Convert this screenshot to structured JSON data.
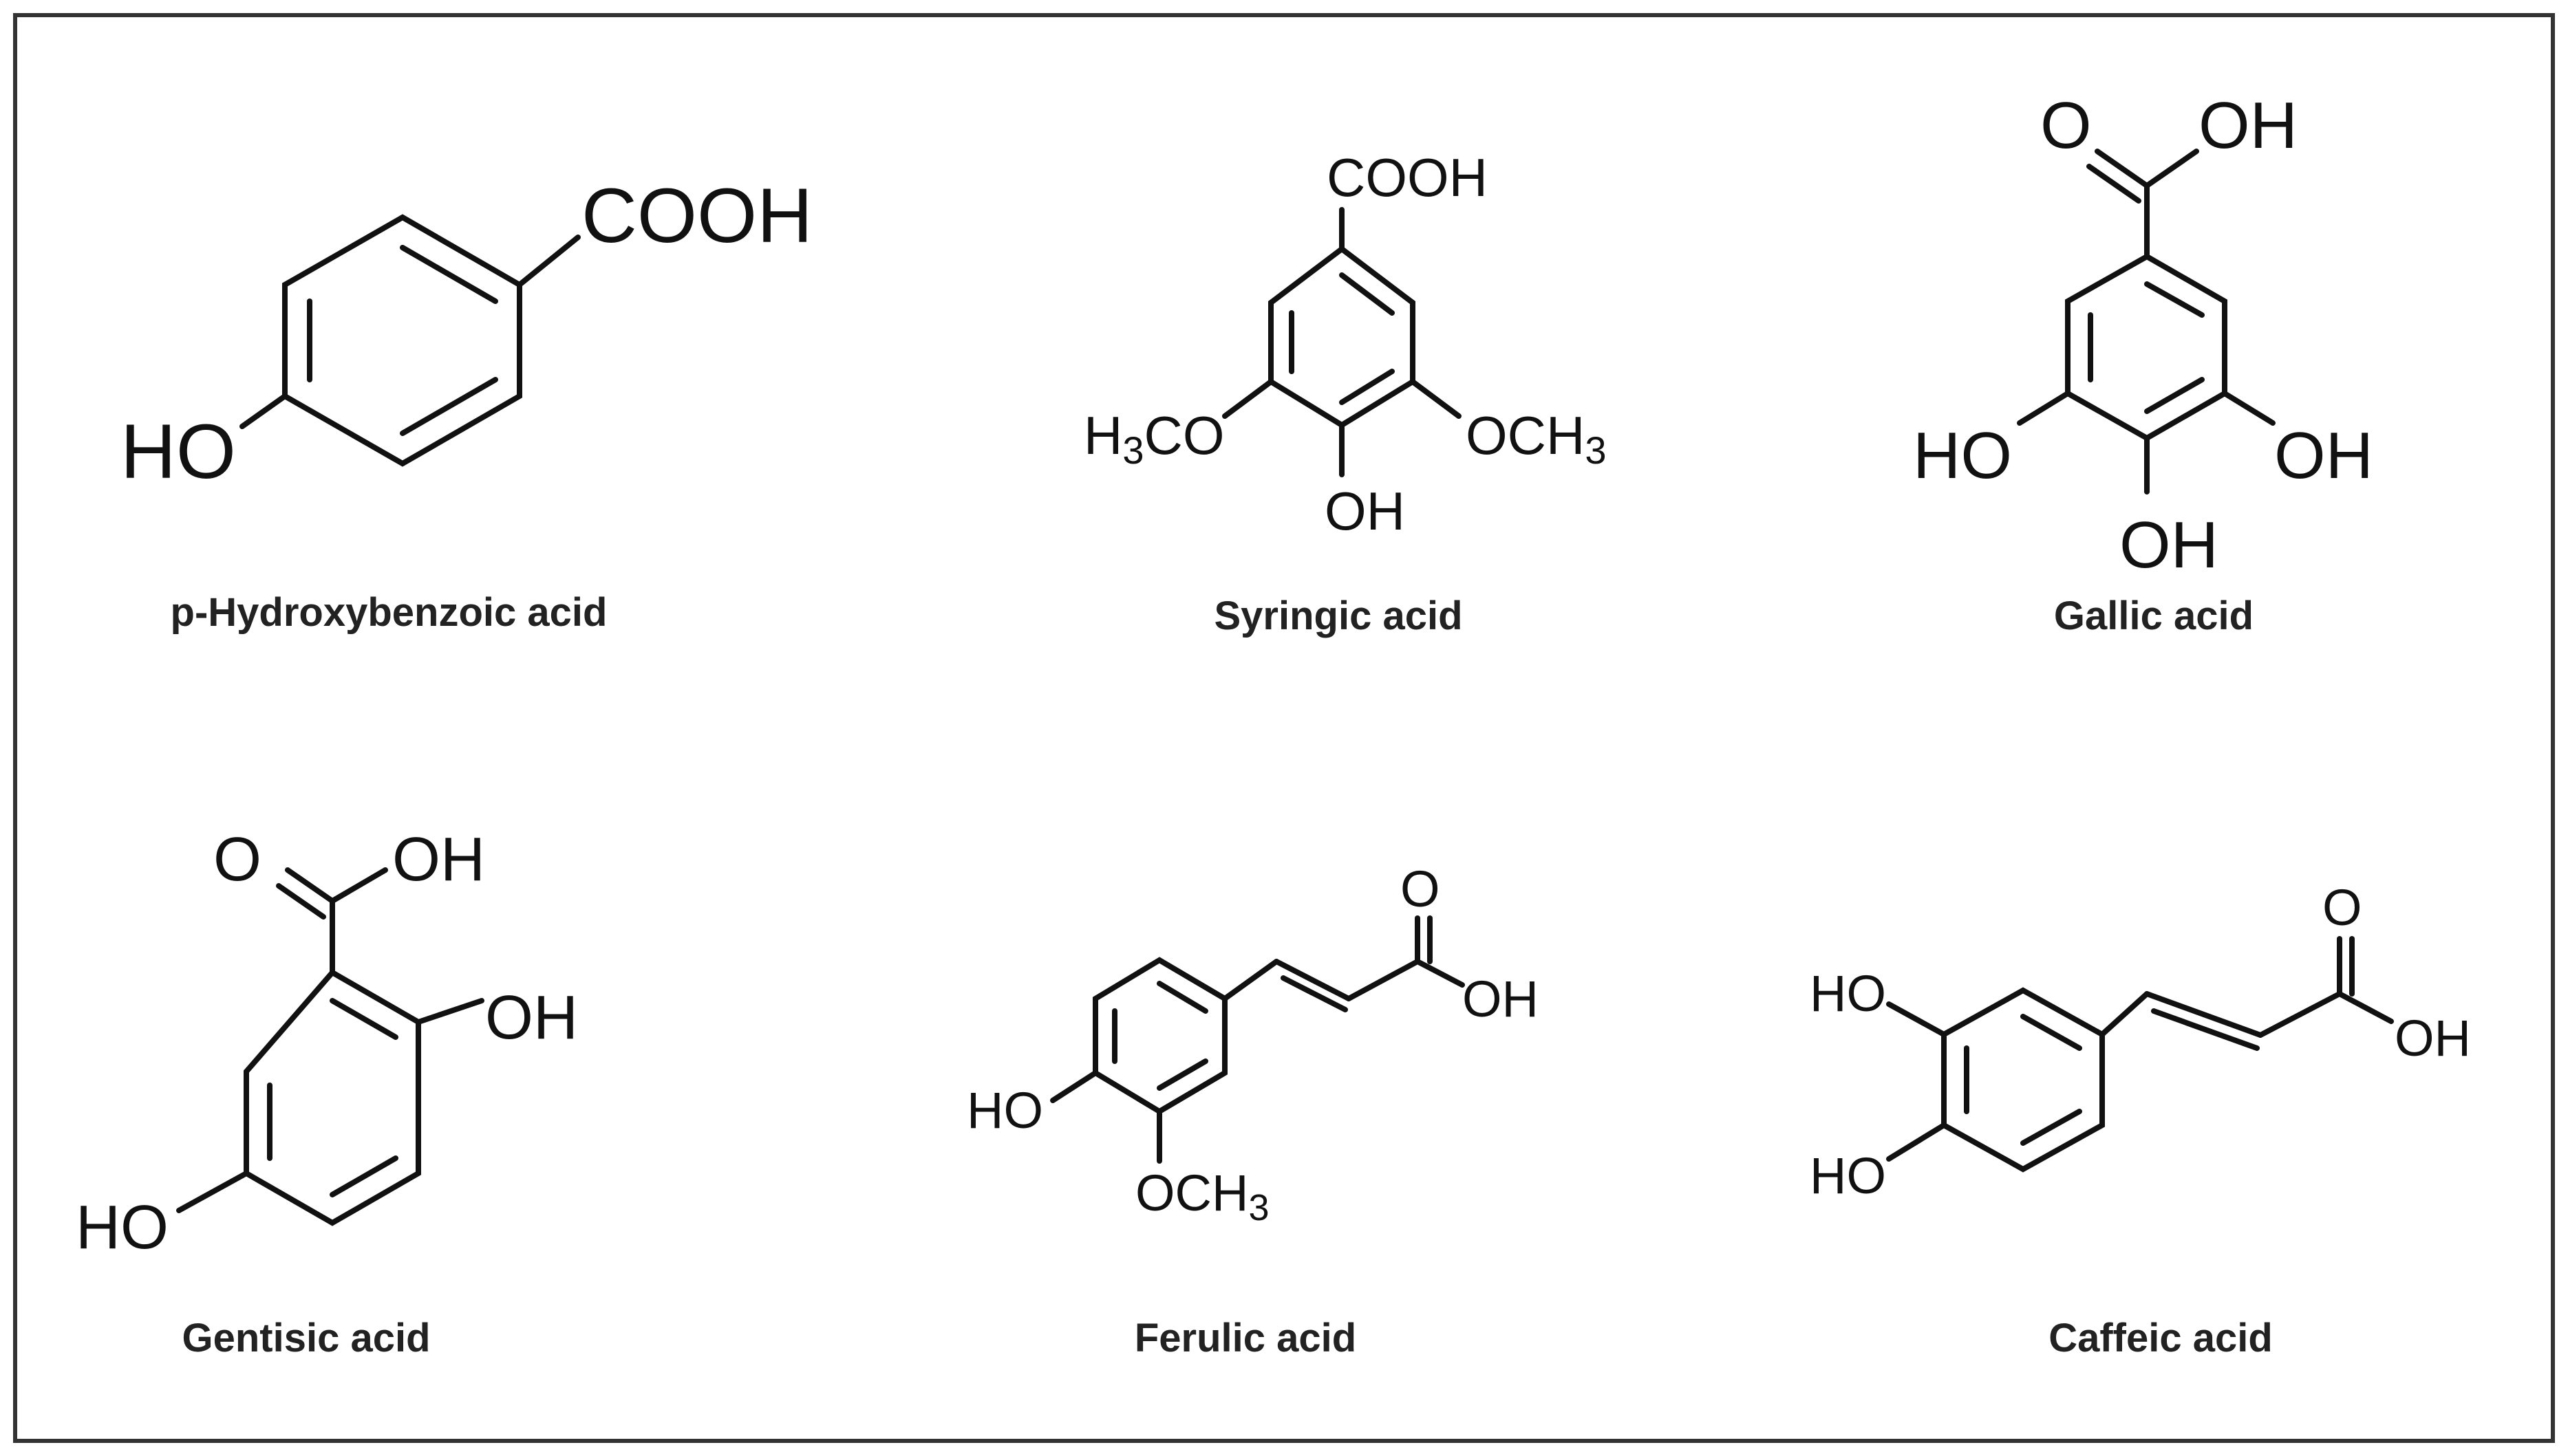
{
  "molecules": [
    {
      "name": "p-Hydroxybenzoic acid",
      "labels": {
        "cooh": "COOH",
        "ho": "HO"
      }
    },
    {
      "name": "Syringic acid",
      "labels": {
        "cooh": "COOH",
        "h3co_main": "H",
        "h3co_sub": "3",
        "h3co_tail": "CO",
        "och3_main": "OCH",
        "och3_sub": "3",
        "oh": "OH"
      }
    },
    {
      "name": "Gallic acid",
      "labels": {
        "o": "O",
        "oh_acid": "OH",
        "ho_left": "HO",
        "oh_right": "OH",
        "oh_bottom": "OH"
      }
    },
    {
      "name": "Gentisic acid",
      "labels": {
        "o": "O",
        "oh_acid": "OH",
        "oh_ring": "OH",
        "ho": "HO"
      }
    },
    {
      "name": "Ferulic acid",
      "labels": {
        "o": "O",
        "oh_acid": "OH",
        "ho": "HO",
        "och3_main": "OCH",
        "och3_sub": "3"
      }
    },
    {
      "name": "Caffeic acid",
      "labels": {
        "o": "O",
        "oh_acid": "OH",
        "ho_top": "HO",
        "ho_bottom": "HO"
      }
    }
  ]
}
